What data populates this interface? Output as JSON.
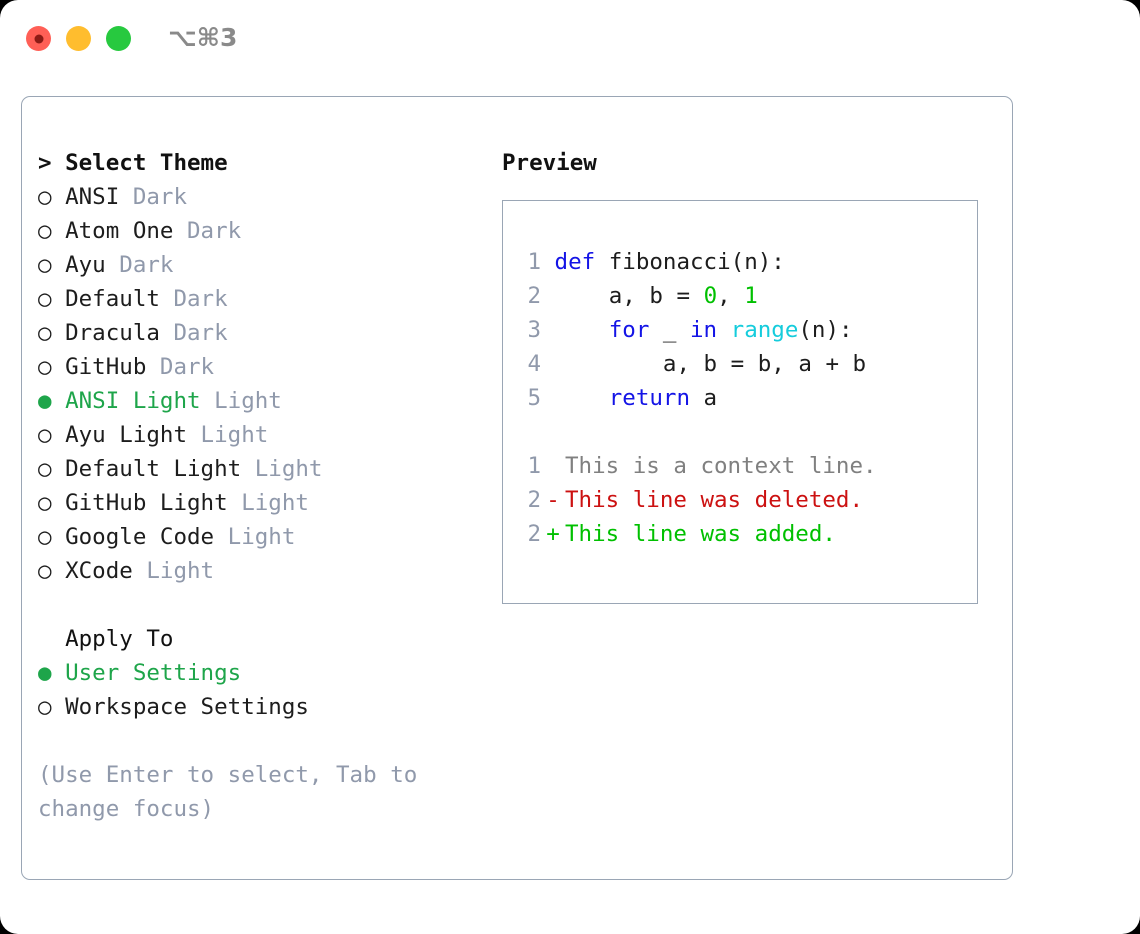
{
  "window": {
    "shortcut": "⌥⌘3",
    "traffic_lights": [
      {
        "name": "close-button",
        "color": "#ff5f56",
        "recording": true
      },
      {
        "name": "minimize-button",
        "color": "#ffbd2e",
        "recording": false
      },
      {
        "name": "maximize-button",
        "color": "#27c93f",
        "recording": false
      }
    ]
  },
  "theme_picker": {
    "header": "> Select Theme",
    "selected_color": "#1ea54a",
    "muted_color": "#9099ab",
    "options": [
      {
        "bullet": "○",
        "name": "ANSI",
        "kind": "Dark",
        "selected": false
      },
      {
        "bullet": "○",
        "name": "Atom One",
        "kind": "Dark",
        "selected": false
      },
      {
        "bullet": "○",
        "name": "Ayu",
        "kind": "Dark",
        "selected": false
      },
      {
        "bullet": "○",
        "name": "Default",
        "kind": "Dark",
        "selected": false
      },
      {
        "bullet": "○",
        "name": "Dracula",
        "kind": "Dark",
        "selected": false
      },
      {
        "bullet": "○",
        "name": "GitHub",
        "kind": "Dark",
        "selected": false
      },
      {
        "bullet": "●",
        "name": "ANSI Light",
        "kind": "Light",
        "selected": true
      },
      {
        "bullet": "○",
        "name": "Ayu Light",
        "kind": "Light",
        "selected": false
      },
      {
        "bullet": "○",
        "name": "Default Light",
        "kind": "Light",
        "selected": false
      },
      {
        "bullet": "○",
        "name": "GitHub Light",
        "kind": "Light",
        "selected": false
      },
      {
        "bullet": "○",
        "name": "Google Code",
        "kind": "Light",
        "selected": false
      },
      {
        "bullet": "○",
        "name": "XCode",
        "kind": "Light",
        "selected": false
      }
    ]
  },
  "apply_to": {
    "header": "  Apply To",
    "options": [
      {
        "bullet": "●",
        "name": "User Settings",
        "selected": true
      },
      {
        "bullet": "○",
        "name": "Workspace Settings",
        "selected": false
      }
    ]
  },
  "hint": "(Use Enter to select, Tab to change focus)",
  "preview": {
    "title": "Preview",
    "code_lines": [
      {
        "number": "1",
        "tokens": [
          {
            "text": "def",
            "type": "keyword"
          },
          {
            "text": " fibonacci(n):",
            "type": "plain"
          }
        ]
      },
      {
        "number": "2",
        "tokens": [
          {
            "text": "    a, b = ",
            "type": "plain"
          },
          {
            "text": "0",
            "type": "number"
          },
          {
            "text": ", ",
            "type": "plain"
          },
          {
            "text": "1",
            "type": "number"
          }
        ]
      },
      {
        "number": "3",
        "tokens": [
          {
            "text": "    ",
            "type": "plain"
          },
          {
            "text": "for",
            "type": "keyword"
          },
          {
            "text": " _ ",
            "type": "plain"
          },
          {
            "text": "in",
            "type": "keyword"
          },
          {
            "text": " ",
            "type": "plain"
          },
          {
            "text": "range",
            "type": "function"
          },
          {
            "text": "(n):",
            "type": "plain"
          }
        ]
      },
      {
        "number": "4",
        "tokens": [
          {
            "text": "        a, b = b, a + b",
            "type": "plain"
          }
        ]
      },
      {
        "number": "5",
        "tokens": [
          {
            "text": "    ",
            "type": "plain"
          },
          {
            "text": "return",
            "type": "keyword"
          },
          {
            "text": " a",
            "type": "plain"
          }
        ]
      }
    ],
    "diff_lines": [
      {
        "number": "1",
        "marker": " ",
        "text": "This is a context line.",
        "kind": "context"
      },
      {
        "number": "2",
        "marker": "-",
        "text": "This line was deleted.",
        "kind": "deleted"
      },
      {
        "number": "2",
        "marker": "+",
        "text": "This line was added.",
        "kind": "added"
      }
    ],
    "colors": {
      "keyword": "#1414e6",
      "number": "#00c000",
      "function": "#15ccdc",
      "plain": "#1d1d1d",
      "lineno": "#9099ab",
      "diff_context": "#808080",
      "diff_deleted": "#cc1111",
      "diff_added": "#00c000"
    }
  }
}
